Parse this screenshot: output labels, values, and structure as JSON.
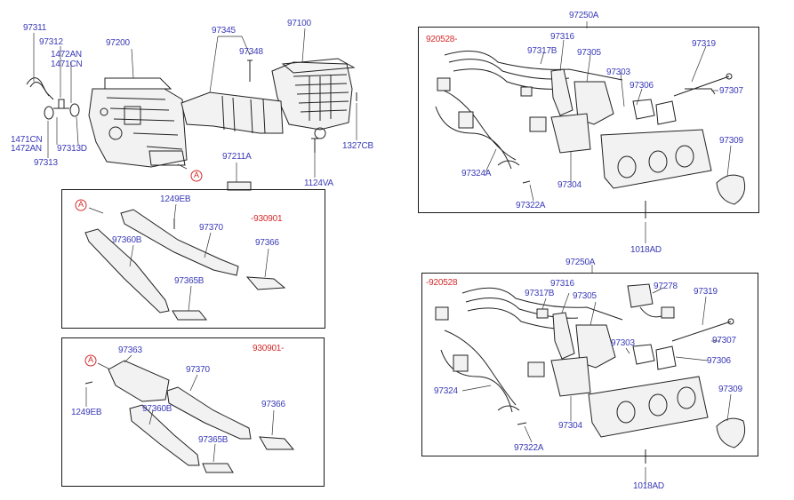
{
  "colors": {
    "part_number": "#3a3ab8",
    "date_code": "#d42a2a",
    "line": "#1a1a1a"
  },
  "labels": {
    "p97311": "97311",
    "p97312": "97312",
    "p1472AN_top": "1472AN",
    "p1471CN_top": "1471CN",
    "p97200": "97200",
    "p97345": "97345",
    "p97100": "97100",
    "p97348": "97348",
    "p1471CN_bot": "1471CN",
    "p1472AN_bot": "1472AN",
    "p97313D": "97313D",
    "p97313": "97313",
    "p1327CB": "1327CB",
    "p97211A": "97211A",
    "p1124VA": "1124VA",
    "circle_a": "A",
    "box1_circle_a": "A",
    "box1_1249EB": "1249EB",
    "box1_date": "-930901",
    "box1_97370": "97370",
    "box1_97360B": "97360B",
    "box1_97366": "97366",
    "box1_97365B": "97365B",
    "box2_circle_a": "A",
    "box2_97363": "97363",
    "box2_date": "930901-",
    "box2_97370": "97370",
    "box2_1249EB": "1249EB",
    "box2_97360B": "97360B",
    "box2_97366": "97366",
    "box2_97365B": "97365B",
    "tr_97250A": "97250A",
    "tr_date": "920528-",
    "tr_97316": "97316",
    "tr_97317B": "97317B",
    "tr_97305": "97305",
    "tr_97319": "97319",
    "tr_97303": "97303",
    "tr_97306": "97306",
    "tr_97307": "97307",
    "tr_97309": "97309",
    "tr_97324A": "97324A",
    "tr_97304": "97304",
    "tr_97322A": "97322A",
    "tr_1018AD": "1018AD",
    "br_97250A": "97250A",
    "br_date": "-920528",
    "br_97316": "97316",
    "br_97317B": "97317B",
    "br_97305": "97305",
    "br_97278": "97278",
    "br_97319": "97319",
    "br_97303": "97303",
    "br_97307": "97307",
    "br_97306": "97306",
    "br_97324": "97324",
    "br_97309": "97309",
    "br_97304": "97304",
    "br_97322A": "97322A",
    "br_1018AD": "1018AD"
  }
}
